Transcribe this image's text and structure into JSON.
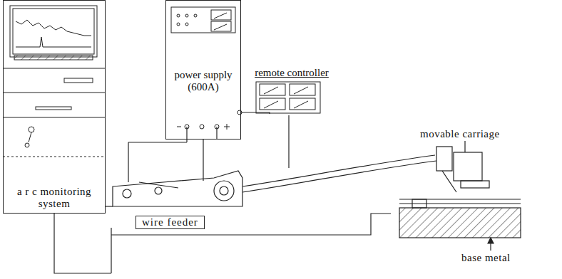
{
  "diagram": {
    "nodes": [
      {
        "text": [
          "a r c monitoring system"
        ]
      },
      {
        "text": [
          "power supply (600A)"
        ]
      },
      {
        "text": [
          "remote controller"
        ]
      },
      {
        "text": [
          "wire feeder"
        ]
      }
    ],
    "edges": [
      {
        "from": 1,
        "to": 2,
        "arrow": "none"
      },
      {
        "from": 1,
        "to": 3,
        "arrow": "none"
      },
      {
        "from": 0,
        "to": 3,
        "arrow": "none"
      }
    ],
    "labels": [
      "movable carriage",
      "base metal"
    ]
  }
}
